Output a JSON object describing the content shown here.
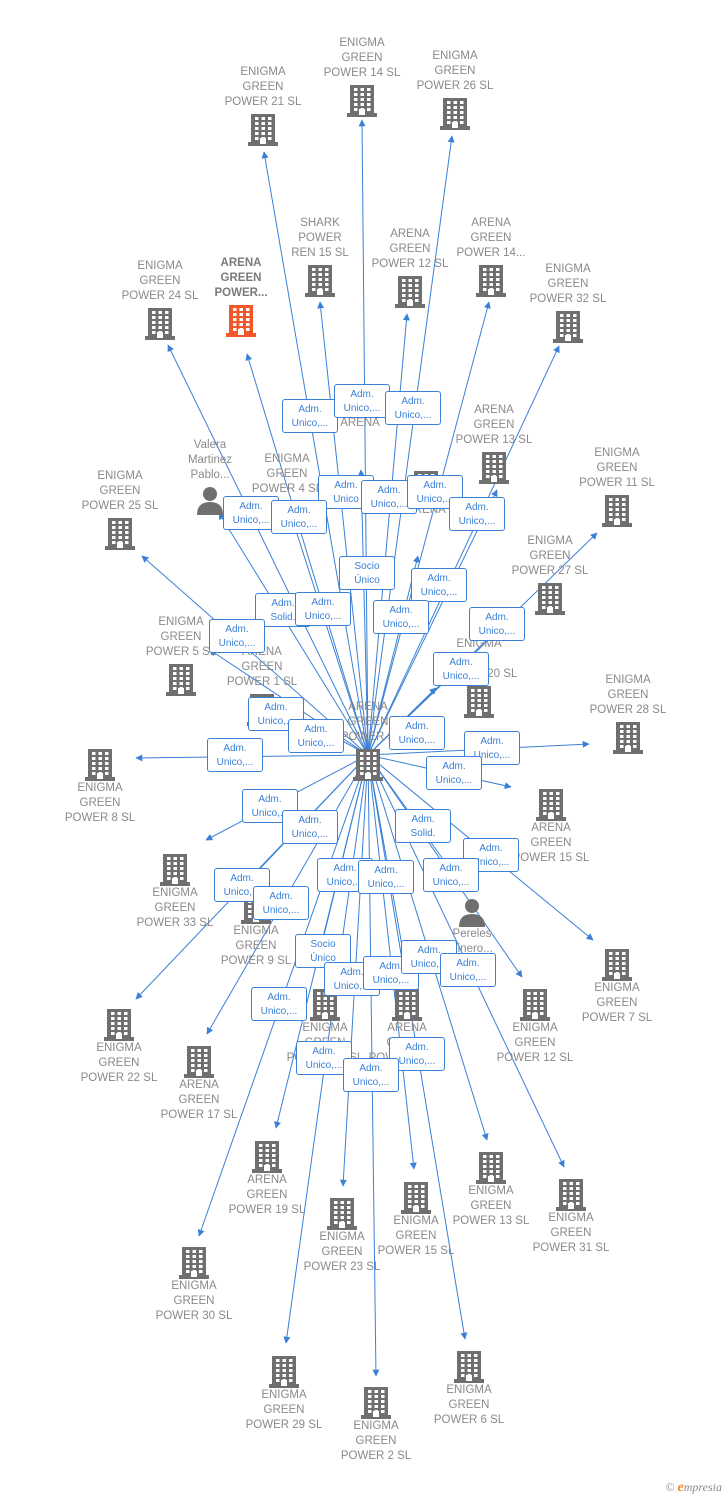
{
  "diagram": {
    "colors": {
      "edge": "#3a80d6",
      "building": "#6f6f6f",
      "highlight": "#f0582a",
      "person": "#6f6f6f"
    },
    "center": {
      "label": "ARENA\nGREEN\nPOWER  S"
    },
    "nodes": [
      {
        "id": "n1",
        "label": "ENIGMA\nGREEN\nPOWER 21  SL",
        "icon": "building-icon"
      },
      {
        "id": "n2",
        "label": "ENIGMA\nGREEN\nPOWER 14  SL",
        "icon": "building-icon"
      },
      {
        "id": "n3",
        "label": "ENIGMA\nGREEN\nPOWER 26  SL",
        "icon": "building-icon"
      },
      {
        "id": "n4",
        "label": "SHARK\nPOWER\nREN 15  SL",
        "icon": "building-icon"
      },
      {
        "id": "n5",
        "label": "ARENA\nGREEN\nPOWER 12  SL",
        "icon": "building-icon"
      },
      {
        "id": "n6",
        "label": "ARENA\nGREEN\nPOWER 14...",
        "icon": "building-icon"
      },
      {
        "id": "n7",
        "label": "ENIGMA\nGREEN\nPOWER 24  SL",
        "icon": "building-icon"
      },
      {
        "id": "n8",
        "label": "ARENA\nGREEN\nPOWER...",
        "icon": "building-icon",
        "highlight": true
      },
      {
        "id": "n9",
        "label": "ENIGMA\nGREEN\nPOWER 32  SL",
        "icon": "building-icon"
      },
      {
        "id": "n10",
        "label": "ARENA",
        "icon": "building-icon"
      },
      {
        "id": "n11",
        "label": "ARENA\nGREEN\nPOWER 13  SL",
        "icon": "building-icon"
      },
      {
        "id": "n12",
        "label": "Valera\nMartinez\nPablo...",
        "icon": "person-icon"
      },
      {
        "id": "n13",
        "label": "ENIGMA\nGREEN\nPOWER 4  SL",
        "icon": "building-icon"
      },
      {
        "id": "n14",
        "label": "ARENA",
        "icon": "building-icon"
      },
      {
        "id": "n15",
        "label": "ENIGMA\nGREEN\nPOWER 11  SL",
        "icon": "building-icon"
      },
      {
        "id": "n16",
        "label": "ENIGMA\nGREEN\nPOWER 25  SL",
        "icon": "building-icon"
      },
      {
        "id": "n17",
        "label": "ENIGMA\nGREEN\nPOWER 27  SL",
        "icon": "building-icon"
      },
      {
        "id": "n18",
        "label": "ENIGMA\nGREEN\nPOWER 5  SL",
        "icon": "building-icon"
      },
      {
        "id": "n19",
        "label": "ARENA\nGREEN\nPOWER 1  SL",
        "icon": "building-icon"
      },
      {
        "id": "n20",
        "label": "ENIGMA\nN\nPOWER 20  SL",
        "icon": "building-icon"
      },
      {
        "id": "n21",
        "label": "ENIGMA\nGREEN\nPOWER 28  SL",
        "icon": "building-icon"
      },
      {
        "id": "n22",
        "label": "ENIGMA\nGREEN\nPOWER 8  SL",
        "icon": "building-icon"
      },
      {
        "id": "n23",
        "label": "ARENA\nGREEN\nPOWER 15  SL",
        "icon": "building-icon"
      },
      {
        "id": "n24",
        "label": "ENIGMA\nGREEN\nPOWER 33  SL",
        "icon": "building-icon"
      },
      {
        "id": "n25",
        "label": "ENIGMA\nGREEN\nPOWER 9  SL",
        "icon": "building-icon"
      },
      {
        "id": "n26",
        "label": "Pereles\nLinero...",
        "icon": "person-icon"
      },
      {
        "id": "n27",
        "label": "ENIGMA\nGREEN\nPOWER 7  SL",
        "icon": "building-icon"
      },
      {
        "id": "n28",
        "label": "ENIGMA\nGREEN\nPOWER 22  SL",
        "icon": "building-icon"
      },
      {
        "id": "n29",
        "label": "ARENA\nGREEN\nPOWER 17  SL",
        "icon": "building-icon"
      },
      {
        "id": "n30",
        "label": "ENIGMA\nGREEN\nPOWER 10  SL",
        "icon": "building-icon"
      },
      {
        "id": "n31",
        "label": "ARENA\nGREEN\nPOWER 16  SL",
        "icon": "building-icon"
      },
      {
        "id": "n32",
        "label": "ENIGMA\nGREEN\nPOWER 12  SL",
        "icon": "building-icon"
      },
      {
        "id": "n33",
        "label": "ARENA\nGREEN\nPOWER 19  SL",
        "icon": "building-icon"
      },
      {
        "id": "n34",
        "label": "ENIGMA\nGREEN\nPOWER 23  SL",
        "icon": "building-icon"
      },
      {
        "id": "n35",
        "label": "ENIGMA\nGREEN\nPOWER 15  SL",
        "icon": "building-icon"
      },
      {
        "id": "n36",
        "label": "ENIGMA\nGREEN\nPOWER 13  SL",
        "icon": "building-icon"
      },
      {
        "id": "n37",
        "label": "ENIGMA\nGREEN\nPOWER 31  SL",
        "icon": "building-icon"
      },
      {
        "id": "n38",
        "label": "ENIGMA\nGREEN\nPOWER 30  SL",
        "icon": "building-icon"
      },
      {
        "id": "n39",
        "label": "ENIGMA\nGREEN\nPOWER 29  SL",
        "icon": "building-icon"
      },
      {
        "id": "n40",
        "label": "ENIGMA\nGREEN\nPOWER 2  SL",
        "icon": "building-icon"
      },
      {
        "id": "n41",
        "label": "ENIGMA\nGREEN\nPOWER 6  SL",
        "icon": "building-icon"
      }
    ],
    "relations": [
      {
        "id": "r1",
        "label": "Adm.\nUnico,..."
      },
      {
        "id": "r2",
        "label": "Adm.\nUnico,..."
      },
      {
        "id": "r3",
        "label": "Adm.\nUnico,..."
      },
      {
        "id": "r4",
        "label": "Adm.\nUnico"
      },
      {
        "id": "r5",
        "label": "Adm.\nUnico,..."
      },
      {
        "id": "r6",
        "label": "Adm.\nUnico,..."
      },
      {
        "id": "r7",
        "label": "Adm.\nUnico,..."
      },
      {
        "id": "r8",
        "label": "Adm.\nUnico,..."
      },
      {
        "id": "r9",
        "label": "Adm.\nUnico,..."
      },
      {
        "id": "r10",
        "label": "Socio\nÚnico"
      },
      {
        "id": "r11",
        "label": "Adm.\nSolid."
      },
      {
        "id": "r12",
        "label": "Adm.\nUnico,..."
      },
      {
        "id": "r13",
        "label": "Adm.\nUnico,..."
      },
      {
        "id": "r14",
        "label": "Adm.\nUnico,..."
      },
      {
        "id": "r15",
        "label": "Adm.\nUnico,..."
      },
      {
        "id": "r16",
        "label": "Adm.\nUnico,..."
      },
      {
        "id": "r17",
        "label": "Adm.\nUnico,..."
      },
      {
        "id": "r18",
        "label": "Adm.\nUnico,..."
      },
      {
        "id": "r19",
        "label": "Adm.\nUnico,..."
      },
      {
        "id": "r20",
        "label": "Adm.\nUnico,..."
      },
      {
        "id": "r21",
        "label": "Adm.\nUnico,..."
      },
      {
        "id": "r22",
        "label": "Adm.\nUnico,..."
      },
      {
        "id": "r23",
        "label": "Adm.\nUnico,..."
      },
      {
        "id": "r24",
        "label": "Adm.\nUnico,..."
      },
      {
        "id": "r25",
        "label": "Adm.\nUnico,..."
      },
      {
        "id": "r26",
        "label": "Adm.\nSolid."
      },
      {
        "id": "r27",
        "label": "Adm.\nUnico,..."
      },
      {
        "id": "r28",
        "label": "Adm.\nUnico,..."
      },
      {
        "id": "r29",
        "label": "Adm.\nUnico,..."
      },
      {
        "id": "r30",
        "label": "Adm.\nUnico,..."
      },
      {
        "id": "r31",
        "label": "Adm.\nUnico,..."
      },
      {
        "id": "r32",
        "label": "Adm.\nUnico,..."
      },
      {
        "id": "r33",
        "label": "Socio\nÚnico"
      },
      {
        "id": "r34",
        "label": "Adm.\nUnico,..."
      },
      {
        "id": "r35",
        "label": "Adm.\nUnico,..."
      },
      {
        "id": "r36",
        "label": "Adm.\nUnico,..."
      },
      {
        "id": "r37",
        "label": "Adm.\nUnico,..."
      },
      {
        "id": "r38",
        "label": "Adm.\nUnico,..."
      },
      {
        "id": "r39",
        "label": "Adm.\nUnico,..."
      },
      {
        "id": "r40",
        "label": "Adm.\nUnico,..."
      },
      {
        "id": "r41",
        "label": "Adm.\nUnico,..."
      }
    ]
  },
  "footer": {
    "copyright": "©",
    "brand_initial": "e",
    "brand_rest": "mpresia"
  }
}
